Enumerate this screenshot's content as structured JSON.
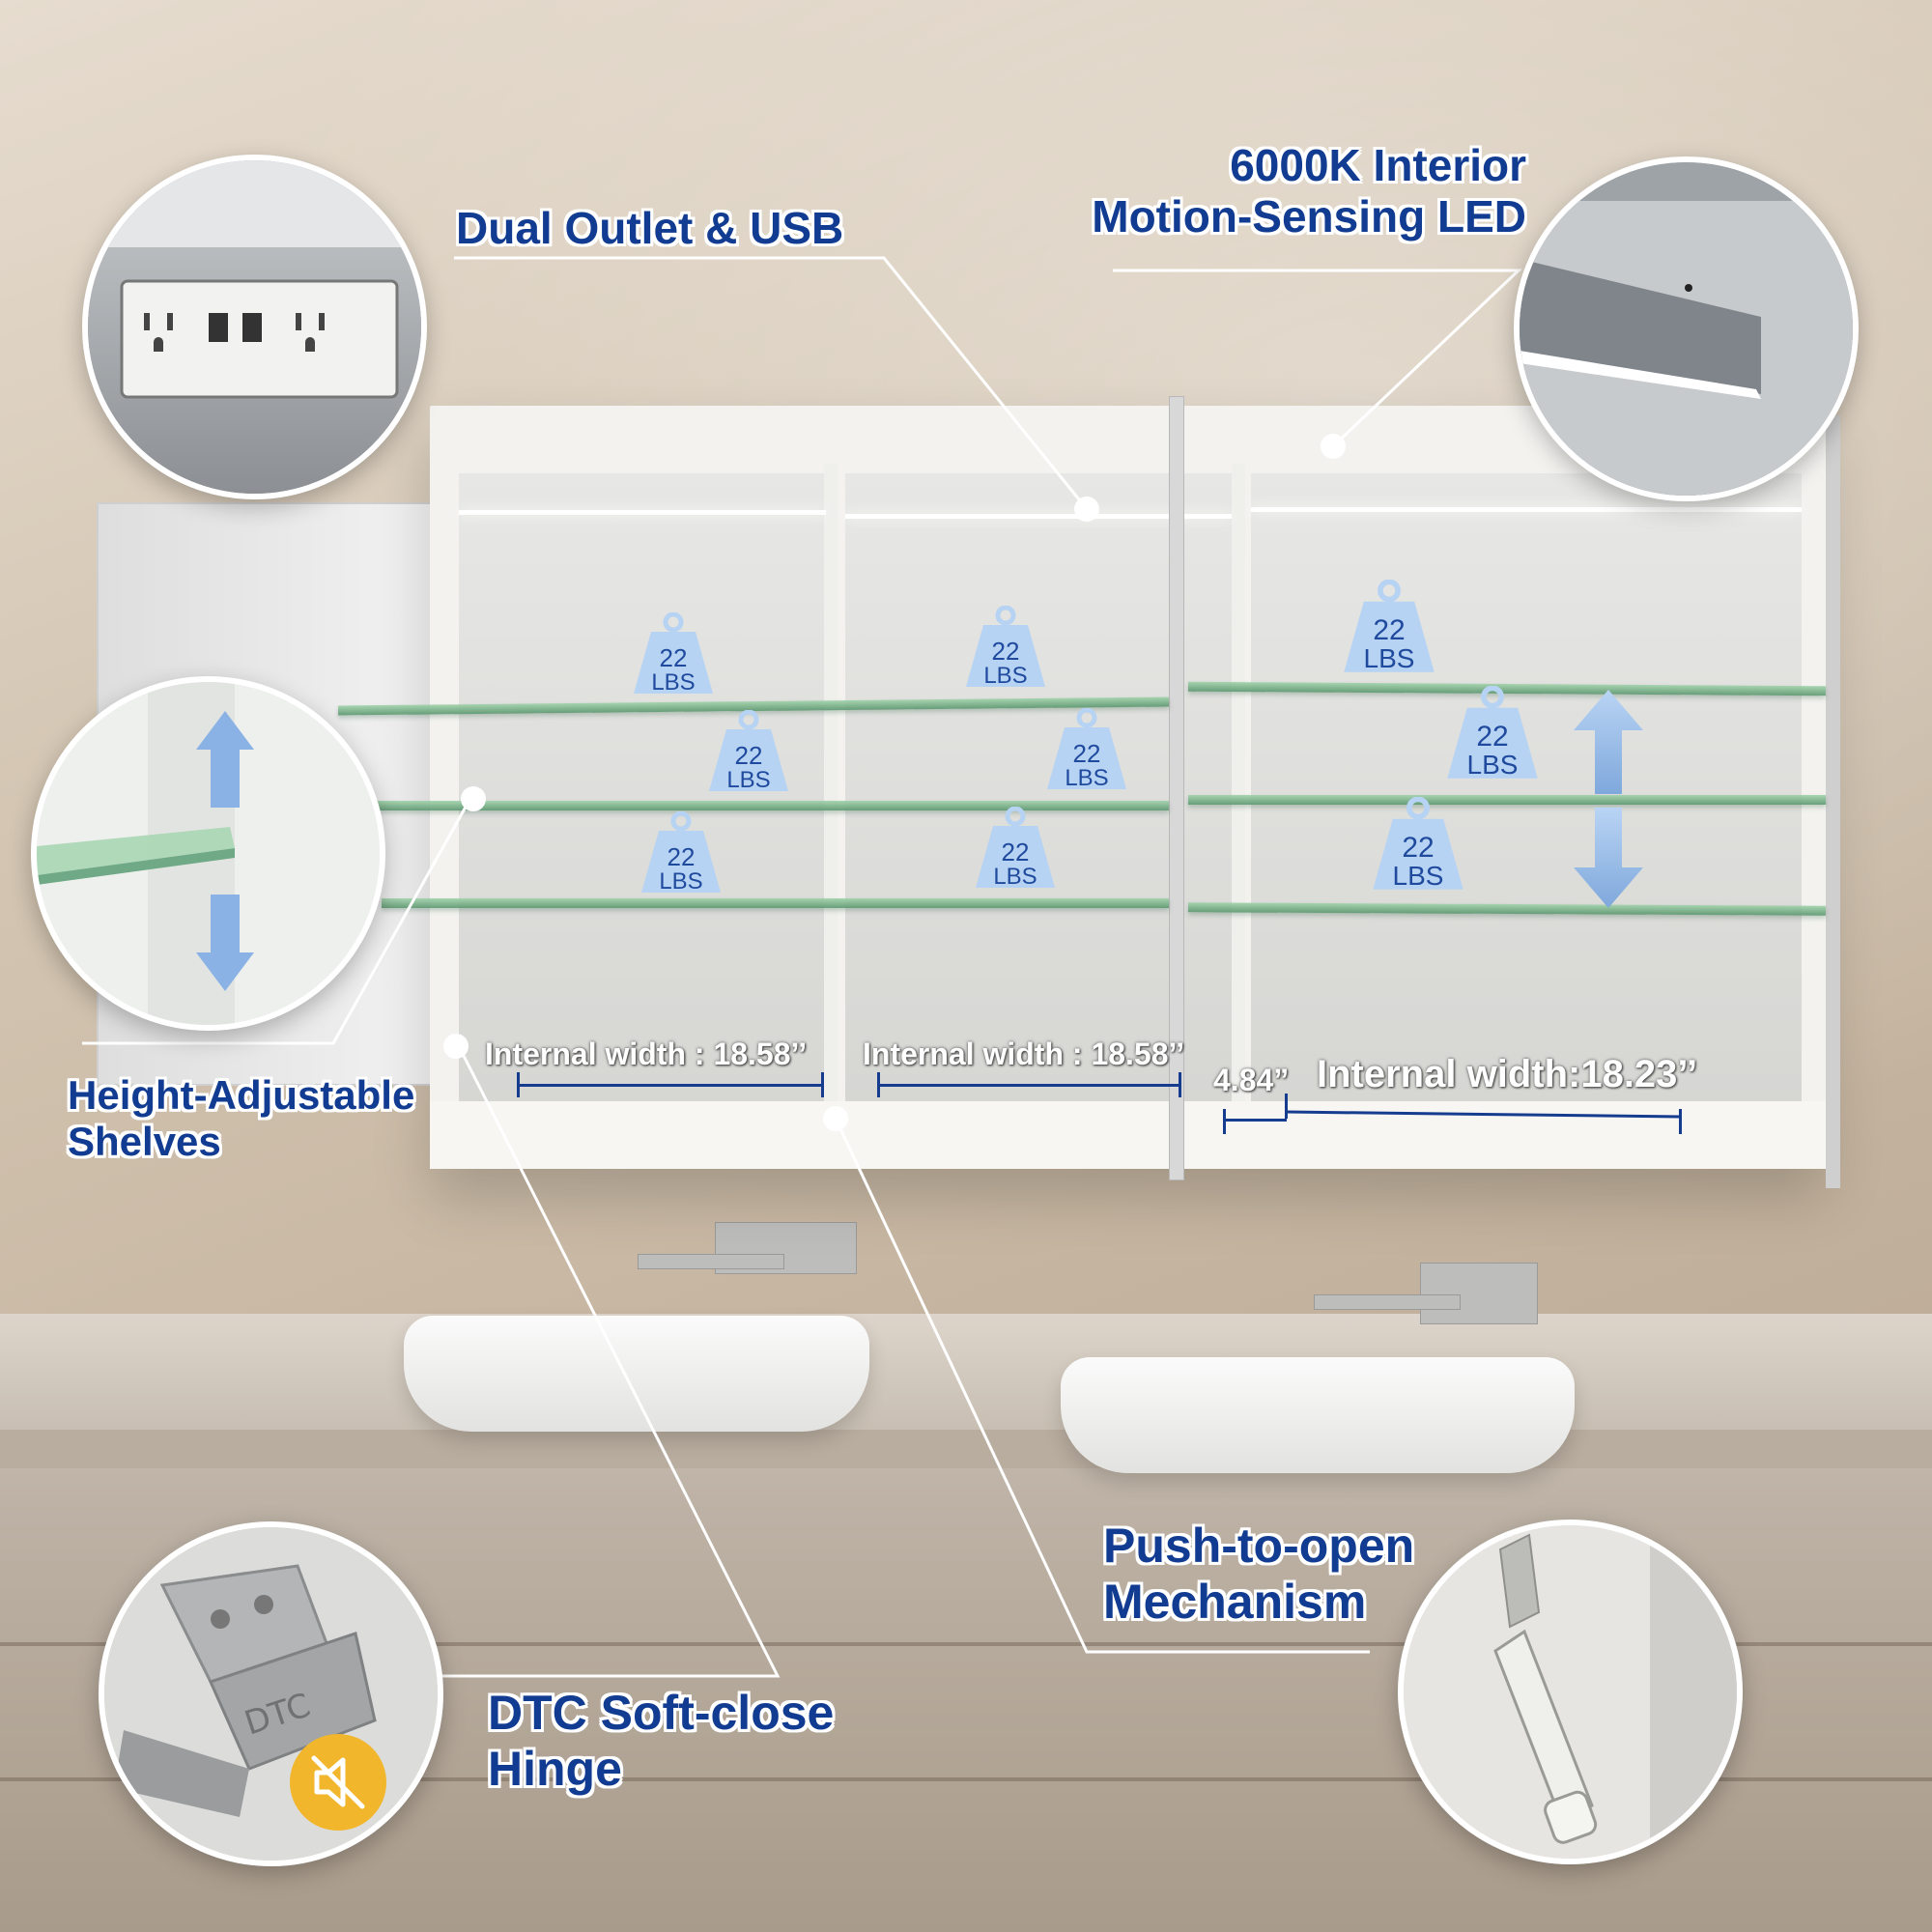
{
  "callouts": {
    "outlet": "Dual Outlet & USB",
    "led_line1": "6000K Interior",
    "led_line2": "Motion-Sensing LED",
    "shelves_line1": "Height-Adjustable",
    "shelves_line2": "Shelves",
    "hinge_line1": "DTC Soft-close",
    "hinge_line2": "Hinge",
    "push_line1": "Push-to-open",
    "push_line2": "Mechanism"
  },
  "measurements": {
    "left": "Internal width : 18.58’’",
    "middle": "Internal width : 18.58’’",
    "gap": "4.84”",
    "right": "Internal width:18.23’’"
  },
  "weights": [
    {
      "num": "22",
      "unit": "LBS"
    },
    {
      "num": "22",
      "unit": "LBS"
    },
    {
      "num": "22",
      "unit": "LBS"
    },
    {
      "num": "22",
      "unit": "LBS"
    },
    {
      "num": "22",
      "unit": "LBS"
    },
    {
      "num": "22",
      "unit": "LBS"
    },
    {
      "num": "22",
      "unit": "LBS"
    },
    {
      "num": "22",
      "unit": "LBS"
    },
    {
      "num": "22",
      "unit": "LBS"
    }
  ],
  "hinge_brand": "DTC",
  "colors": {
    "callout_text": "#113c91",
    "measure_line": "#163c8f",
    "weight_badge": "#b7d3f3",
    "mute_badge": "#f1b62c"
  },
  "icons": [
    "weight-icon",
    "up-down-arrow-icon",
    "mute-speaker-icon"
  ]
}
